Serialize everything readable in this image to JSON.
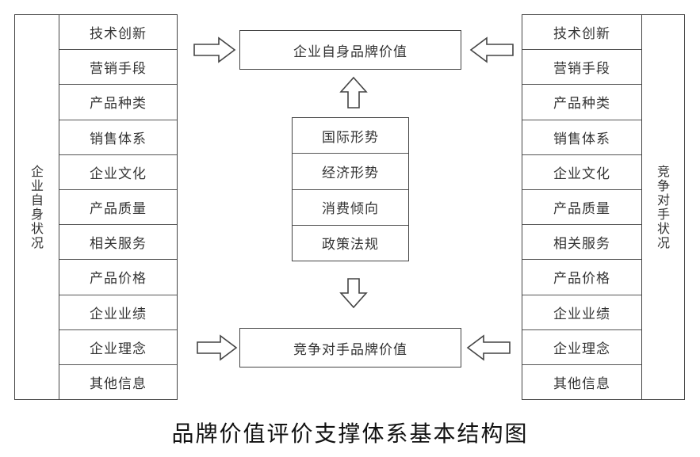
{
  "left_panel": {
    "side_label": "企业自身状况",
    "items": [
      "技术创新",
      "营销手段",
      "产品种类",
      "销售体系",
      "企业文化",
      "产品质量",
      "相关服务",
      "产品价格",
      "企业业绩",
      "企业理念",
      "其他信息"
    ]
  },
  "right_panel": {
    "side_label": "竞争对手状况",
    "items": [
      "技术创新",
      "营销手段",
      "产品种类",
      "销售体系",
      "企业文化",
      "产品质量",
      "相关服务",
      "产品价格",
      "企业业绩",
      "企业理念",
      "其他信息"
    ]
  },
  "top_box": "企业自身品牌价值",
  "bottom_box": "竞争对手品牌价值",
  "center_factors": [
    "国际形势",
    "经济形势",
    "消费倾向",
    "政策法规"
  ],
  "caption": "品牌价值评价支撑体系基本结构图"
}
